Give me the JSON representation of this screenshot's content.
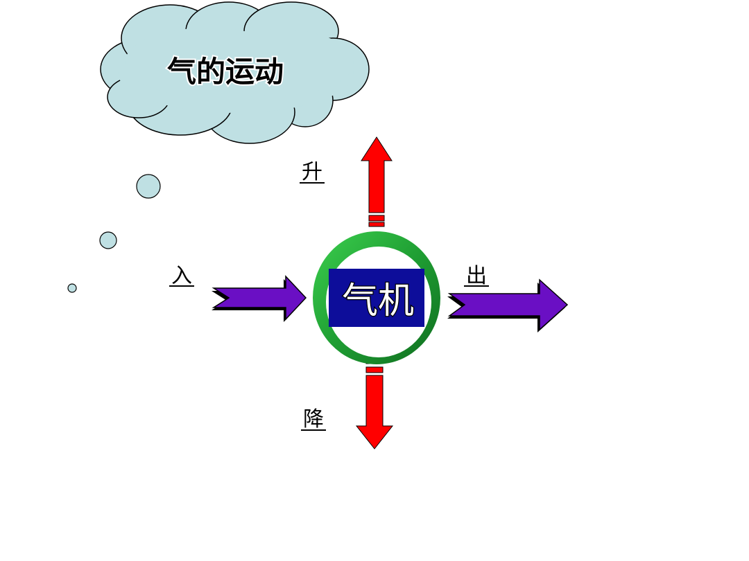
{
  "title": "气的运动",
  "center_label": "气机",
  "directions": {
    "up": "升",
    "down": "降",
    "in": "入",
    "out": "出"
  },
  "colors": {
    "cloud_fill": "#bfe0e3",
    "vertical_arrow": "#ff0000",
    "horizontal_arrow": "#6a0fc4",
    "ring": "#22a63a",
    "center_box": "#0d0d9a"
  }
}
